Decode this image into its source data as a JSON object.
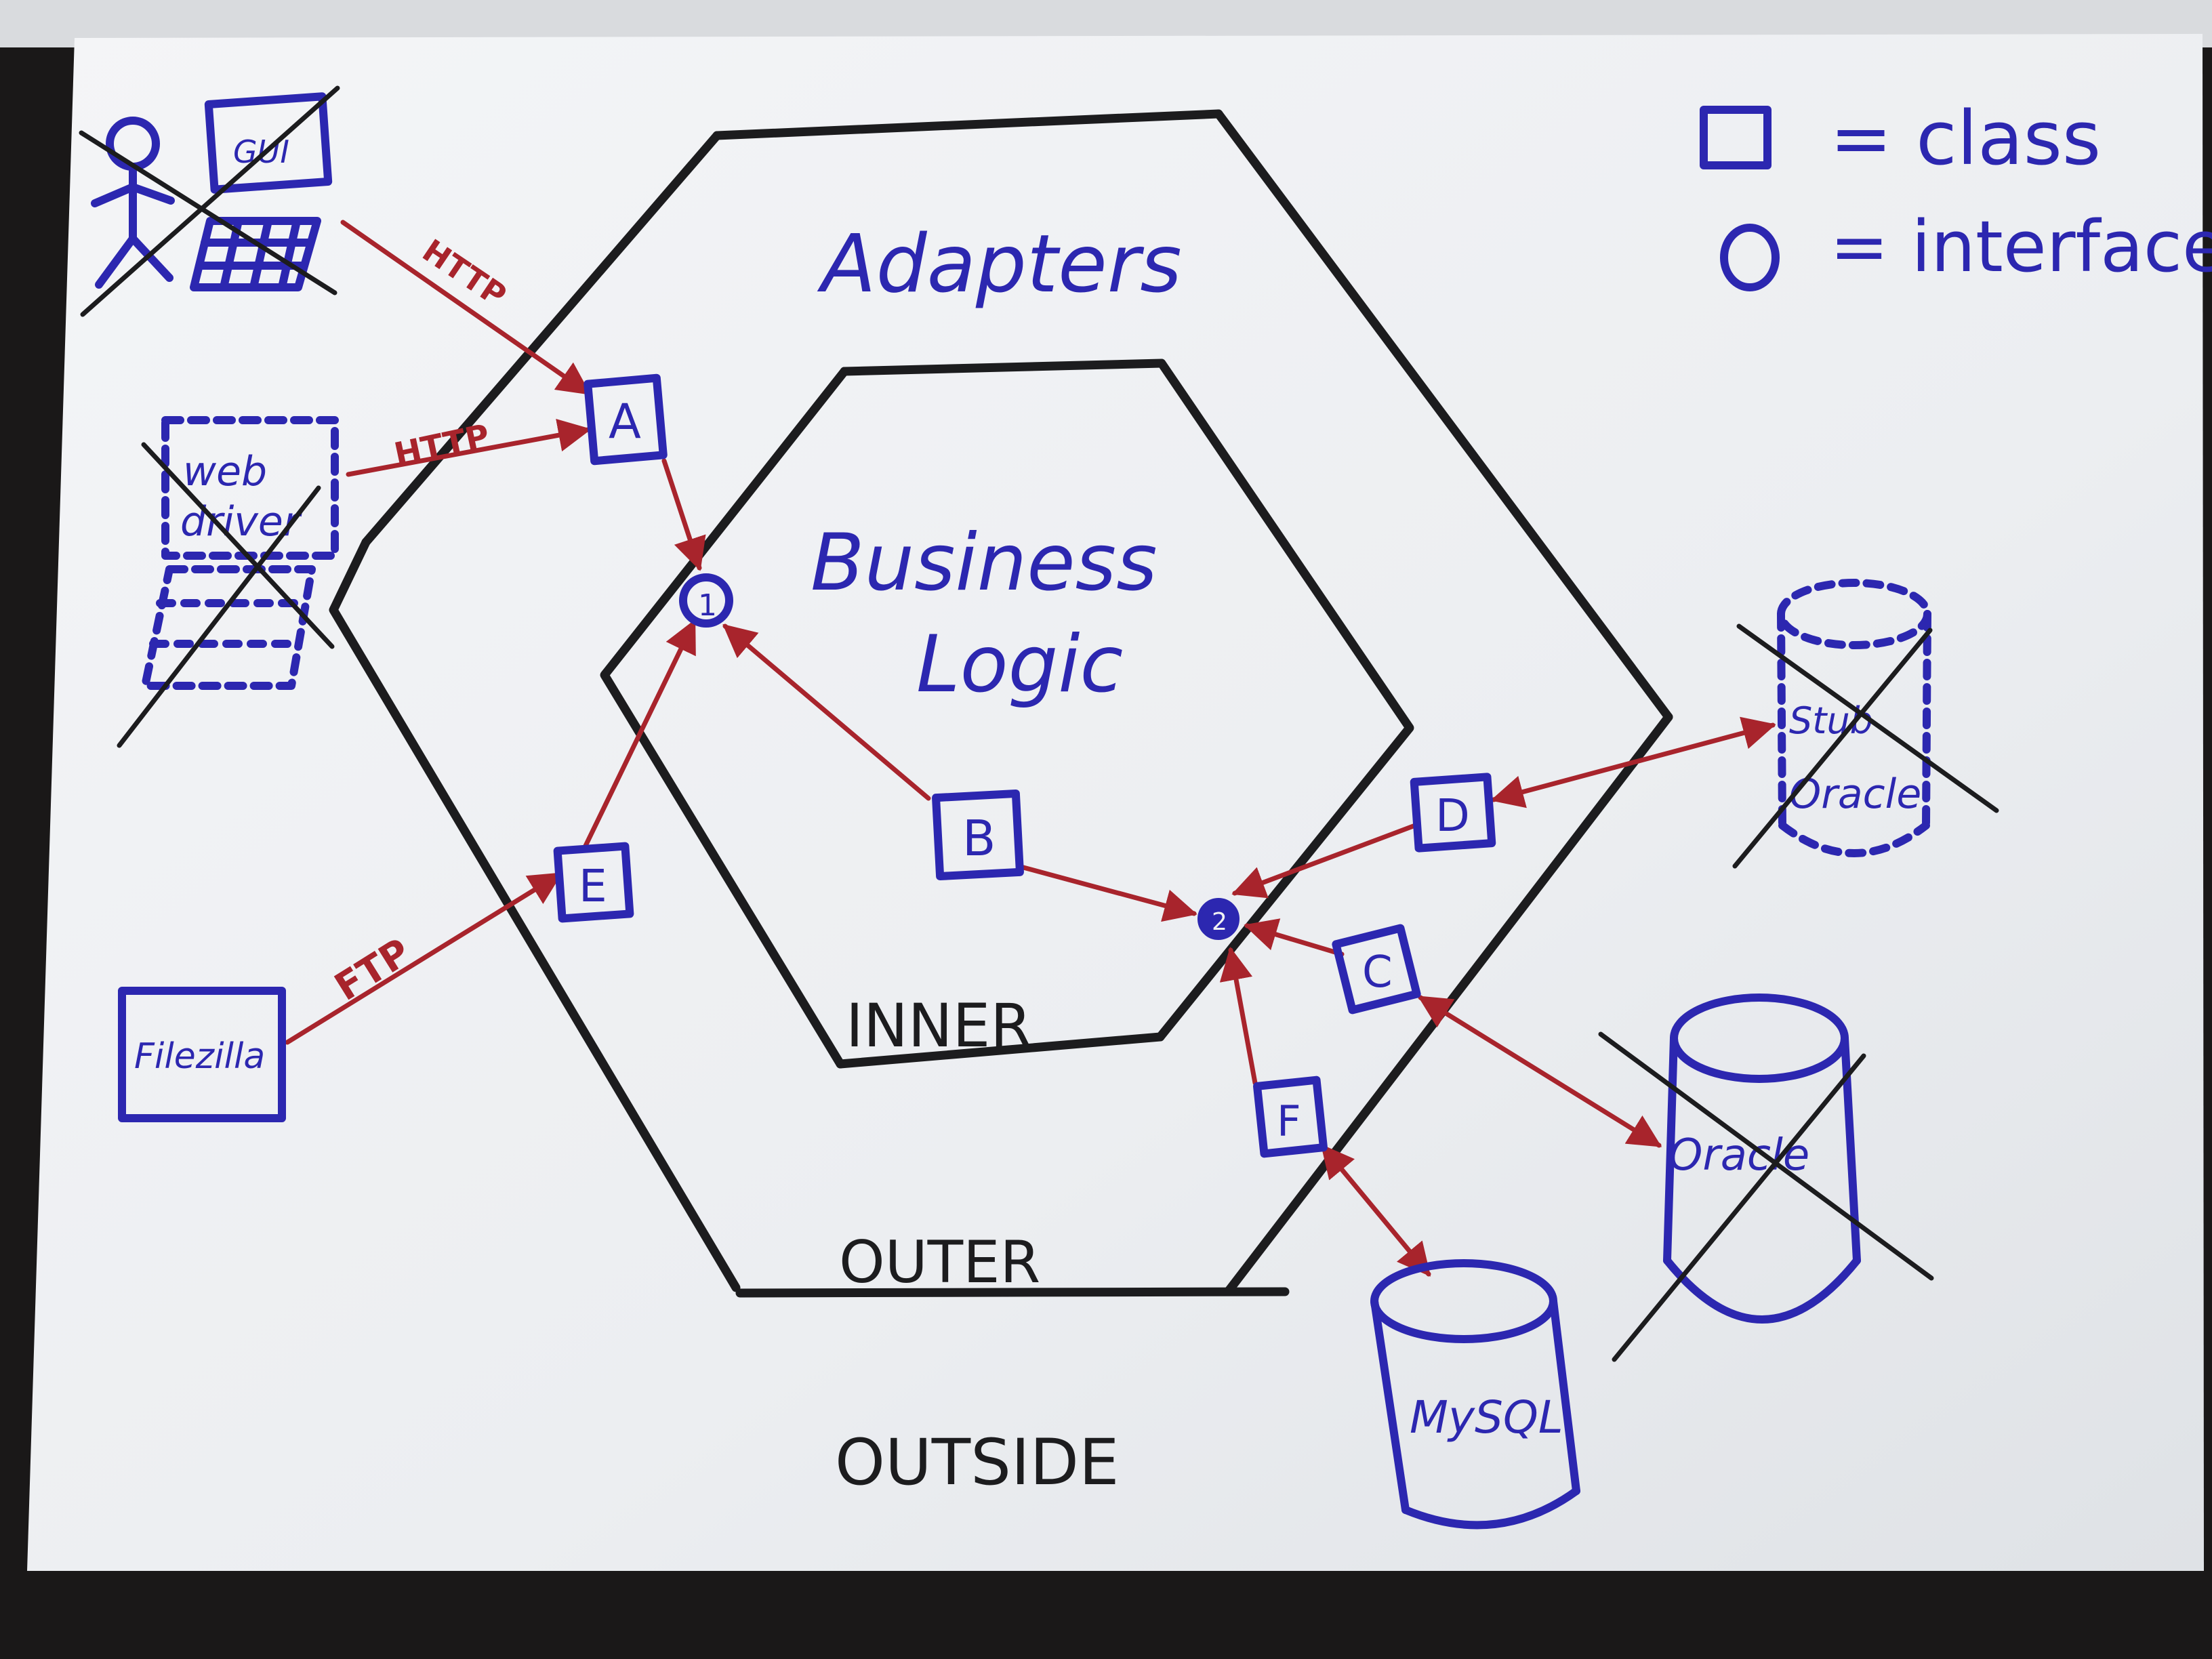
{
  "labels": {
    "adapters": "Adapters",
    "business_line1": "Business",
    "business_line2": "Logic",
    "inner": "INNER",
    "outer": "OUTER",
    "outside": "OUTSIDE"
  },
  "legend": {
    "class_text": "= class",
    "interface_text": "= interface"
  },
  "classes": {
    "a": "A",
    "b": "B",
    "c": "C",
    "d": "D",
    "e": "E",
    "f": "F"
  },
  "interfaces": {
    "one": "1",
    "two": "2"
  },
  "external": {
    "gui": "GUI",
    "web_driver_line1": "web",
    "web_driver_line2": "driver",
    "filezilla": "Filezilla",
    "stub_oracle_line1": "Stub",
    "stub_oracle_line2": "Oracle",
    "oracle": "Oracle",
    "mysql": "MySQL"
  },
  "protocols": {
    "http_gui": "HTTP",
    "http_web": "HTTP",
    "ftp": "FTP"
  },
  "colors": {
    "paper": "#f1f2f4",
    "black_ink": "#1c1c1e",
    "blue_ink": "#2c27b0",
    "red_ink": "#a8242c",
    "background": "#1a1818"
  }
}
